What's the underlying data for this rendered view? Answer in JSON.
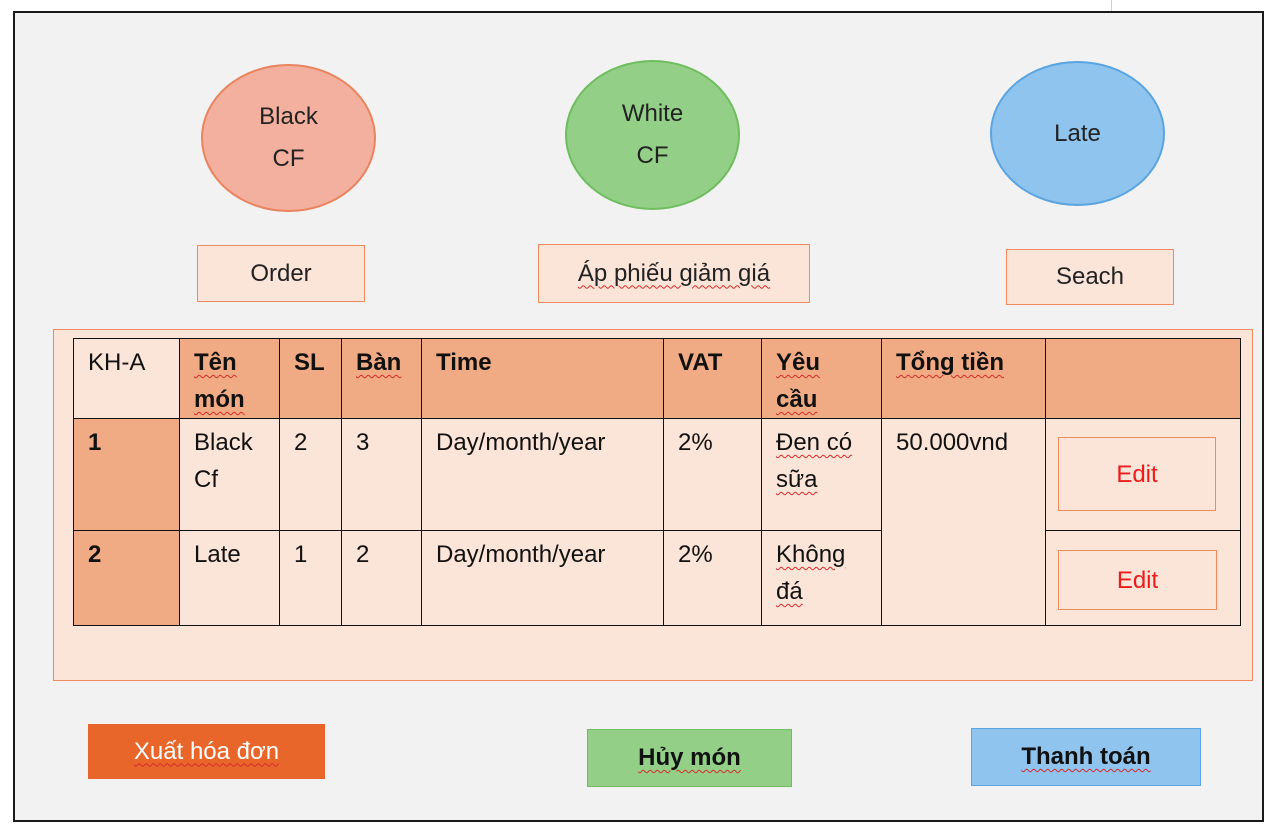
{
  "products": {
    "black": "Black\nCF",
    "white": "White\nCF",
    "late": "Late"
  },
  "actions": {
    "order": "Order",
    "coupon": "Áp phiếu giảm giá",
    "search": "Seach"
  },
  "table": {
    "corner": "KH-A",
    "headers": [
      "Tên món",
      "SL",
      "Bàn",
      "Time",
      "VAT",
      "Yêu cầu",
      "Tổng tiền",
      ""
    ],
    "rows": [
      {
        "index": "1",
        "item": "Black Cf",
        "qty": "2",
        "table": "3",
        "time": "Day/month/year",
        "vat": "2%",
        "request": "Đen có sữa",
        "edit": "Edit"
      },
      {
        "index": "2",
        "item": "Late",
        "qty": "1",
        "table": "2",
        "time": "Day/month/year",
        "vat": "2%",
        "request": "Không đá",
        "edit": "Edit"
      }
    ],
    "total": "50.000vnd"
  },
  "footer": {
    "invoice": "Xuất hóa đơn",
    "cancel": "Hủy món",
    "pay": "Thanh toán"
  },
  "colors": {
    "orange_fill": "#f4b09e",
    "green_fill": "#93cf87",
    "blue_fill": "#8fc4ee",
    "peach_bg": "#fbe4d8",
    "header_orange": "#f1ab84",
    "invoice_orange": "#e8662a",
    "edit_red": "#ee1b1b"
  }
}
